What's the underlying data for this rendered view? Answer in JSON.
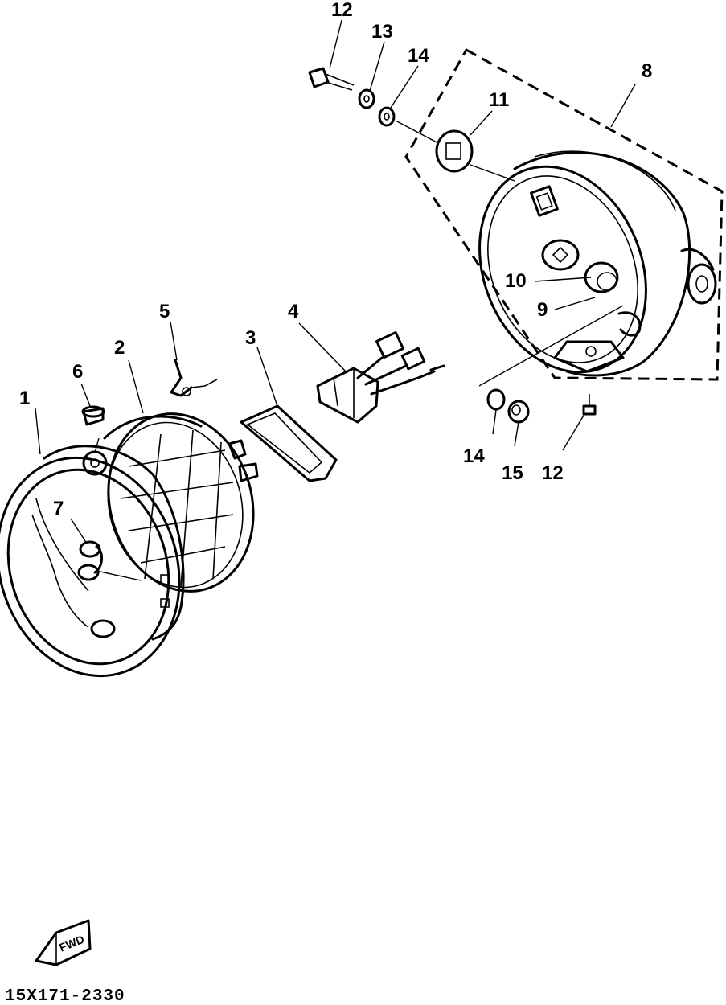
{
  "diagram": {
    "callouts": {
      "c1": "1",
      "c2": "2",
      "c3": "3",
      "c4": "4",
      "c5": "5",
      "c6": "6",
      "c7": "7",
      "c8": "8",
      "c9": "9",
      "c10": "10",
      "c11": "11",
      "c12a": "12",
      "c12b": "12",
      "c13": "13",
      "c14a": "14",
      "c14b": "14",
      "c15": "15"
    },
    "fwd_label": "FWD",
    "reference_code": "15X171-2330"
  }
}
